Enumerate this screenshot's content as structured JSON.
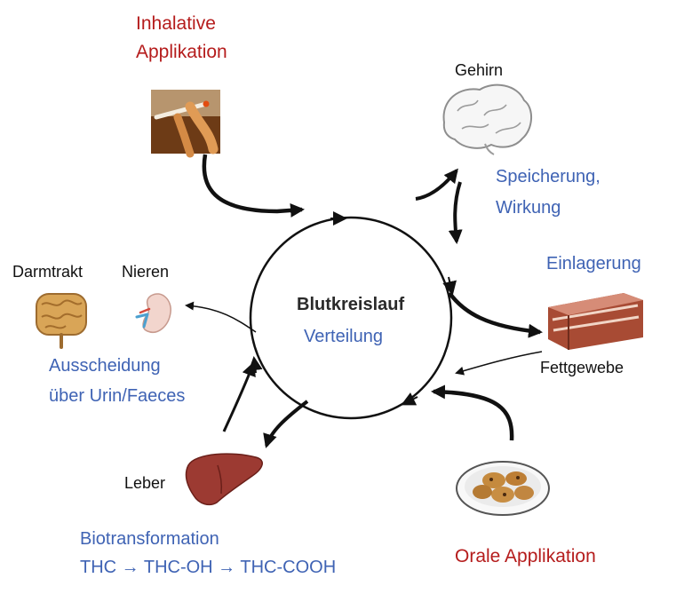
{
  "center": {
    "title": "Blutkreislauf",
    "subtitle": "Verteilung"
  },
  "nodes": {
    "inhalation": {
      "label_line1": "Inhalative",
      "label_line2": "Applikation",
      "icon": "smoking-icon"
    },
    "brain": {
      "label": "Gehirn",
      "note_line1": "Speicherung,",
      "note_line2": "Wirkung",
      "icon": "brain-icon"
    },
    "fat": {
      "label": "Fettgewebe",
      "note": "Einlagerung",
      "icon": "bacon-icon"
    },
    "oral": {
      "label": "Orale Applikation",
      "icon": "cookies-icon"
    },
    "liver": {
      "label": "Leber",
      "note_line1": "Biotransformation",
      "note_line2": "THC → THC-OH → THC-COOH",
      "icon": "liver-icon"
    },
    "kidney": {
      "label": "Nieren",
      "icon": "kidney-icon"
    },
    "intestine": {
      "label": "Darmtrakt",
      "icon": "intestine-icon"
    },
    "excretion": {
      "note_line1": "Ausscheidung",
      "note_line2": "über Urin/Faeces"
    }
  },
  "colors": {
    "application": "#b51c1c",
    "process": "#3f63b4",
    "organ_label": "#111111",
    "arrows": "#111111"
  }
}
